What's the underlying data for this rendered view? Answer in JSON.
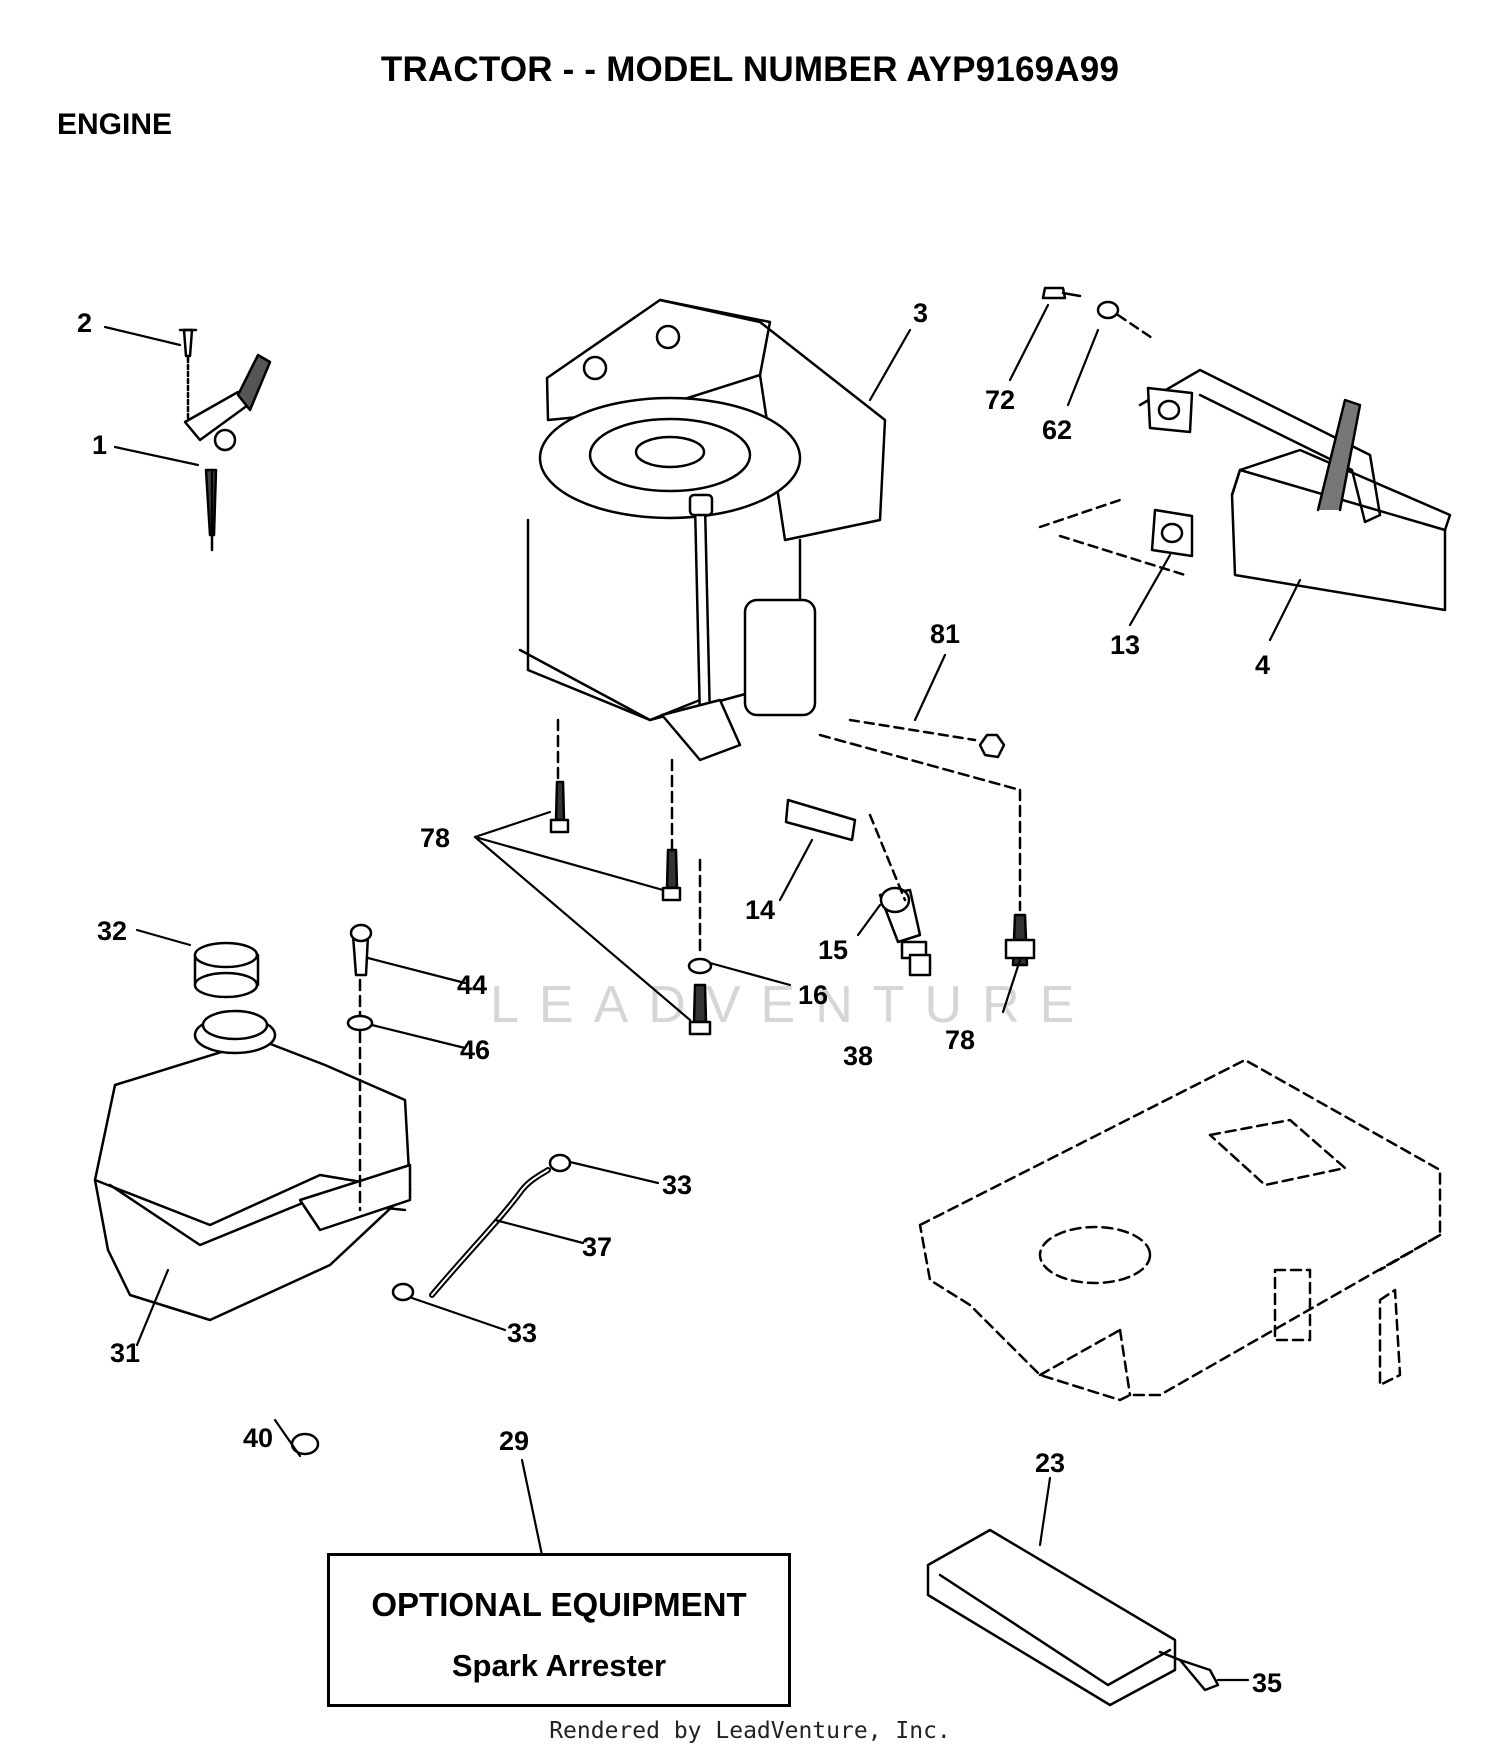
{
  "header": {
    "title": "TRACTOR - - MODEL NUMBER AYP9169A99",
    "section": "ENGINE"
  },
  "callouts": [
    {
      "id": "c1",
      "label": "1"
    },
    {
      "id": "c2",
      "label": "2"
    },
    {
      "id": "c3",
      "label": "3"
    },
    {
      "id": "c4",
      "label": "4"
    },
    {
      "id": "c13",
      "label": "13"
    },
    {
      "id": "c14",
      "label": "14"
    },
    {
      "id": "c15",
      "label": "15"
    },
    {
      "id": "c16",
      "label": "16"
    },
    {
      "id": "c23",
      "label": "23"
    },
    {
      "id": "c29",
      "label": "29"
    },
    {
      "id": "c31",
      "label": "31"
    },
    {
      "id": "c32",
      "label": "32"
    },
    {
      "id": "c33a",
      "label": "33"
    },
    {
      "id": "c33b",
      "label": "33"
    },
    {
      "id": "c35",
      "label": "35"
    },
    {
      "id": "c37",
      "label": "37"
    },
    {
      "id": "c38",
      "label": "38"
    },
    {
      "id": "c40",
      "label": "40"
    },
    {
      "id": "c44",
      "label": "44"
    },
    {
      "id": "c46",
      "label": "46"
    },
    {
      "id": "c62",
      "label": "62"
    },
    {
      "id": "c72",
      "label": "72"
    },
    {
      "id": "c78a",
      "label": "78"
    },
    {
      "id": "c78b",
      "label": "78"
    },
    {
      "id": "c81",
      "label": "81"
    }
  ],
  "optional_equipment": {
    "heading": "OPTIONAL EQUIPMENT",
    "item": "Spark Arrester"
  },
  "watermark": "LEADVENTURE",
  "footer": {
    "credit": "Rendered by LeadVenture, Inc."
  }
}
